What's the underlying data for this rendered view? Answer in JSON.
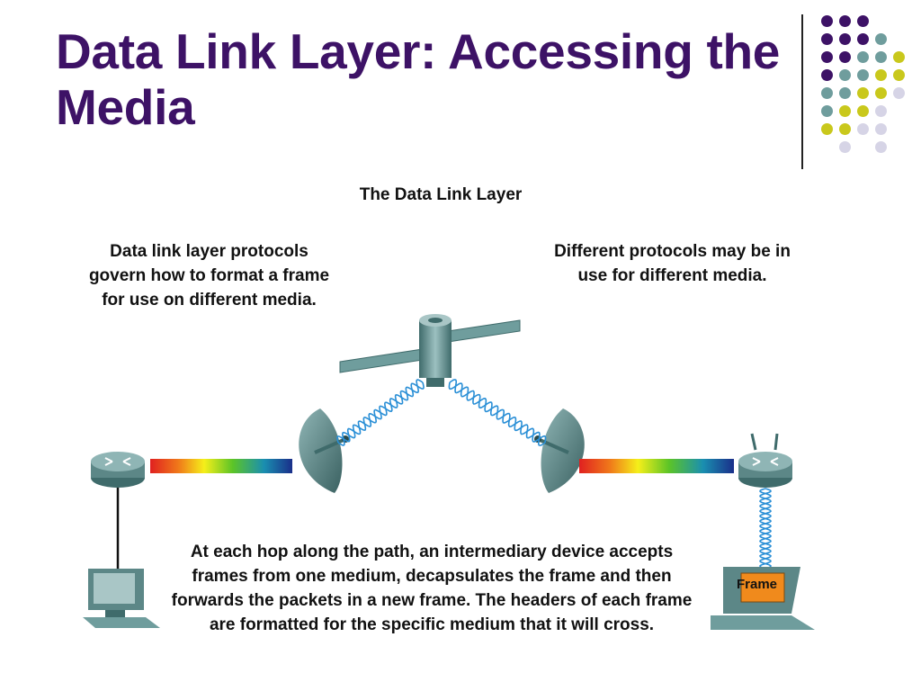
{
  "slide": {
    "title": "Data Link Layer: Accessing the Media"
  },
  "decoration": {
    "dot_colors": {
      "purple": "#3d1266",
      "teal": "#6f9d9d",
      "yellow": "#c9c81c",
      "lavender": "#d6d4e6"
    }
  },
  "diagram": {
    "title": "The Data Link Layer",
    "callout_left": "Data link layer protocols govern how to format a frame for use on different media.",
    "callout_right": "Different protocols may be in use for different media.",
    "callout_bottom": "At each hop along the path, an intermediary device accepts frames from one medium, decapsulates the frame and then forwards the packets in a new frame. The headers of each frame are formatted for the specific medium that it will cross.",
    "frame_label": "Frame",
    "colors": {
      "device": "#6f9d9d",
      "device_dark": "#3f6b6b",
      "signal": "#2a8fd6",
      "frame_fill": "#f08a1c"
    }
  }
}
